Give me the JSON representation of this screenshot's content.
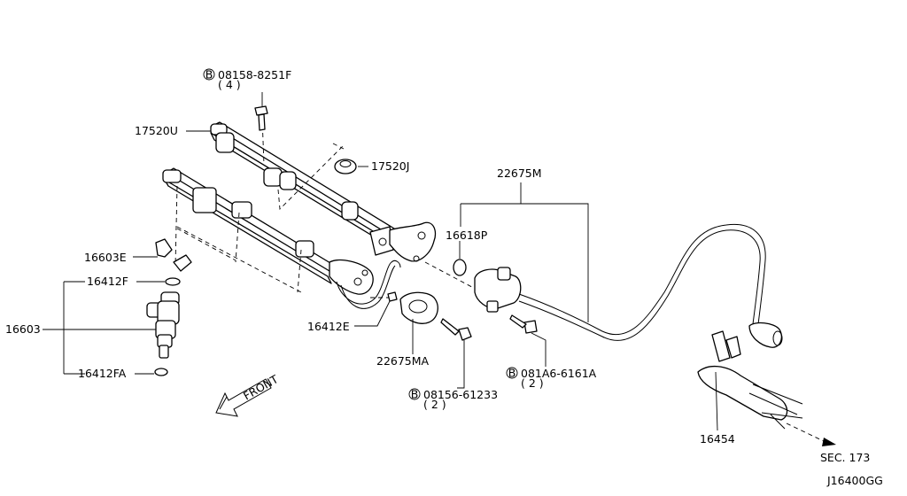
{
  "diagram_code": "J16400GG",
  "front_label": "FRONT",
  "callouts": {
    "bolt_top": {
      "code": "08158-8251F",
      "qty": "( 4 )",
      "prefix": "B"
    },
    "rail_upper": "17520U",
    "spacer": "17520J",
    "tube": "22675M",
    "oring_right": "16618P",
    "clip": "16603E",
    "oring_upper": "16412F",
    "injector": "16603",
    "oring_lower": "16412FA",
    "oring_mid": "16412E",
    "damper": "22675MA",
    "bolt_mid": {
      "code": "08156-61233",
      "qty": "( 2 )",
      "prefix": "B"
    },
    "bolt_right": {
      "code": "081A6-6161A",
      "qty": "( 2 )",
      "prefix": "B"
    },
    "hose": "16454",
    "section_ref": "SEC. 173"
  }
}
